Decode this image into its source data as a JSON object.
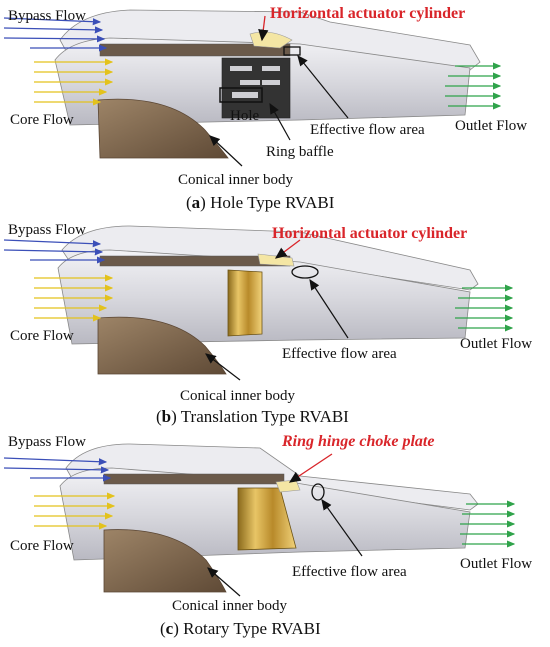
{
  "panel_a": {
    "bypass": "Bypass Flow",
    "core": "Core Flow",
    "outlet": "Outlet Flow",
    "actuator": "Horizontal actuator cylinder",
    "hole": "Hole",
    "effective": "Effective flow area",
    "baffle": "Ring baffle",
    "body": "Conical inner body",
    "cap_open": "(",
    "cap_letter": "a",
    "cap_rest": ") Hole Type RVABI"
  },
  "panel_b": {
    "bypass": "Bypass Flow",
    "core": "Core Flow",
    "outlet": "Outlet Flow",
    "actuator": "Horizontal actuator cylinder",
    "effective": "Effective flow area",
    "body": "Conical inner body",
    "cap_open": "(",
    "cap_letter": "b",
    "cap_rest": ") Translation Type RVABI"
  },
  "panel_c": {
    "bypass": "Bypass Flow",
    "core": "Core Flow",
    "outlet": "Outlet Flow",
    "plate": "Ring hinge choke plate",
    "effective": "Effective flow area",
    "body": "Conical inner body",
    "cap_open": "(",
    "cap_letter": "c",
    "cap_rest": ") Rotary Type RVABI"
  },
  "colors": {
    "bypass_arrow": "#3b4fb8",
    "core_arrow": "#e3c21c",
    "outlet_arrow": "#2fa34a",
    "label_red": "#d9252a"
  }
}
